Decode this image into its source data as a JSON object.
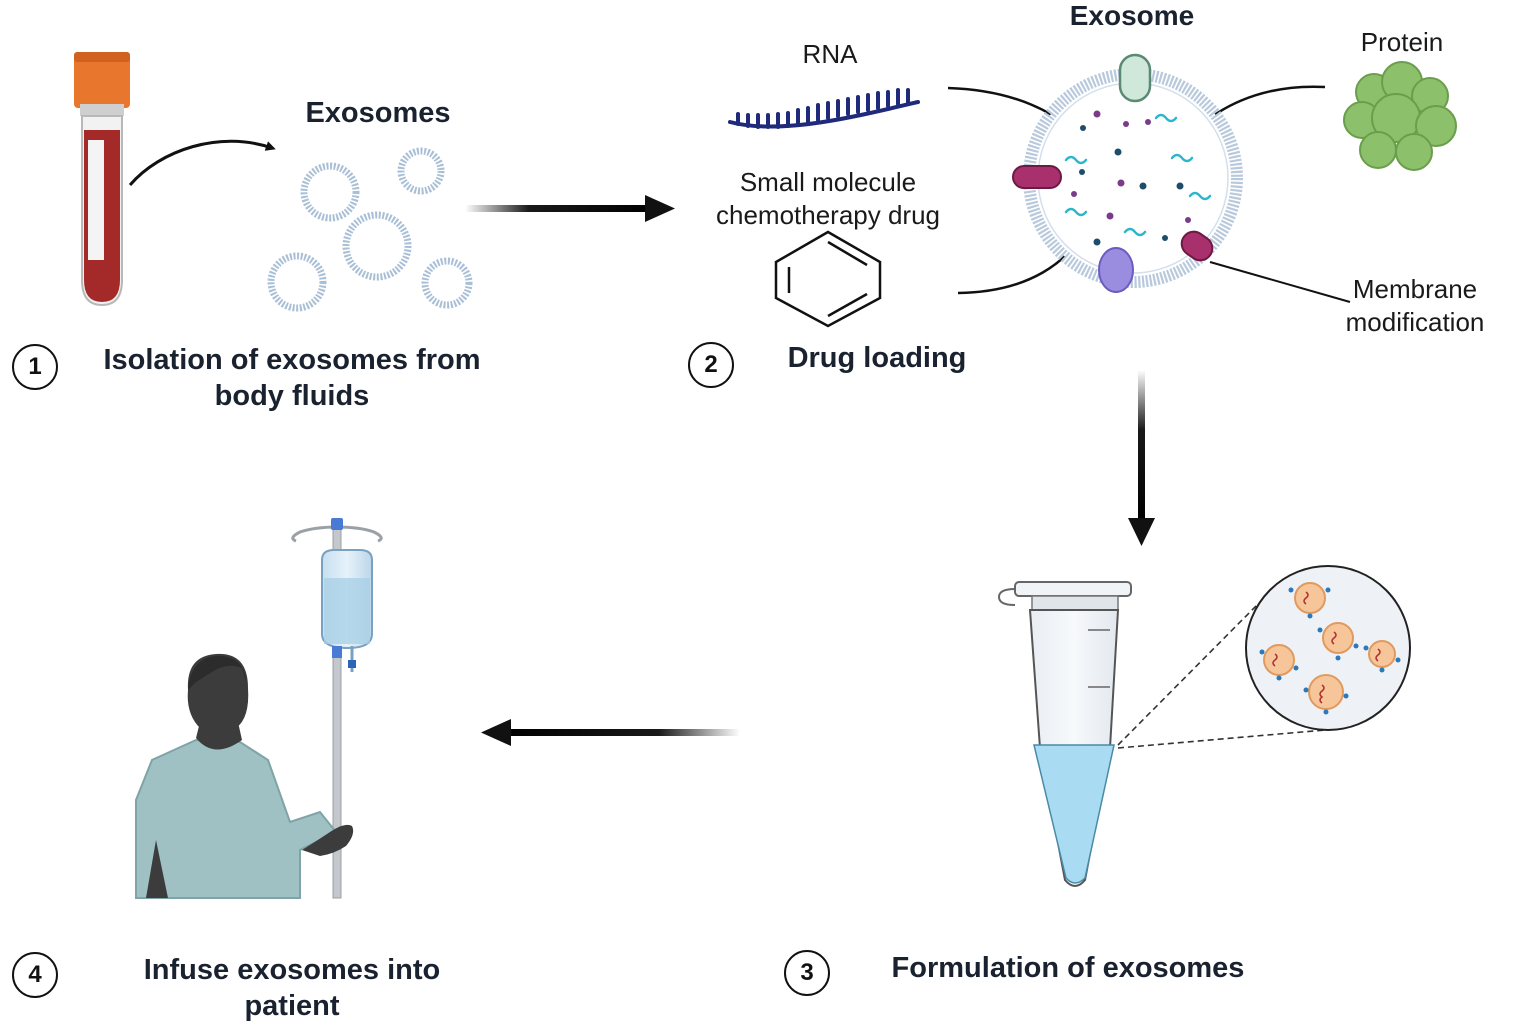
{
  "labels": {
    "exosomes_heading": "Exosomes",
    "exosome_heading": "Exosome",
    "rna": "RNA",
    "protein": "Protein",
    "small_molecule_line1": "Small molecule",
    "small_molecule_line2": "chemotherapy drug",
    "membrane_line1": "Membrane",
    "membrane_line2": "modification"
  },
  "steps": [
    {
      "number": "1",
      "title_line1": "Isolation of exosomes from",
      "title_line2": "body fluids"
    },
    {
      "number": "2",
      "title_line1": "Drug loading",
      "title_line2": ""
    },
    {
      "number": "3",
      "title_line1": "Formulation of exosomes",
      "title_line2": ""
    },
    {
      "number": "4",
      "title_line1": "Infuse exosomes into",
      "title_line2": "patient"
    }
  ],
  "colors": {
    "blood": "#a42a2a",
    "cap": "#e8762c",
    "exosome_membrane": "#b9c9dc",
    "rna": "#1f2a7a",
    "protein": "#8dc06a",
    "magenta_protein": "#a8306c",
    "mint_protein": "#cfe8da",
    "lavender_protein": "#9a8de0",
    "cargo_cyan": "#2bb6cc",
    "tube_liquid": "#a9dcf2",
    "patient_gown": "#9fc1c3",
    "patient_skin": "#3c3c3c"
  }
}
